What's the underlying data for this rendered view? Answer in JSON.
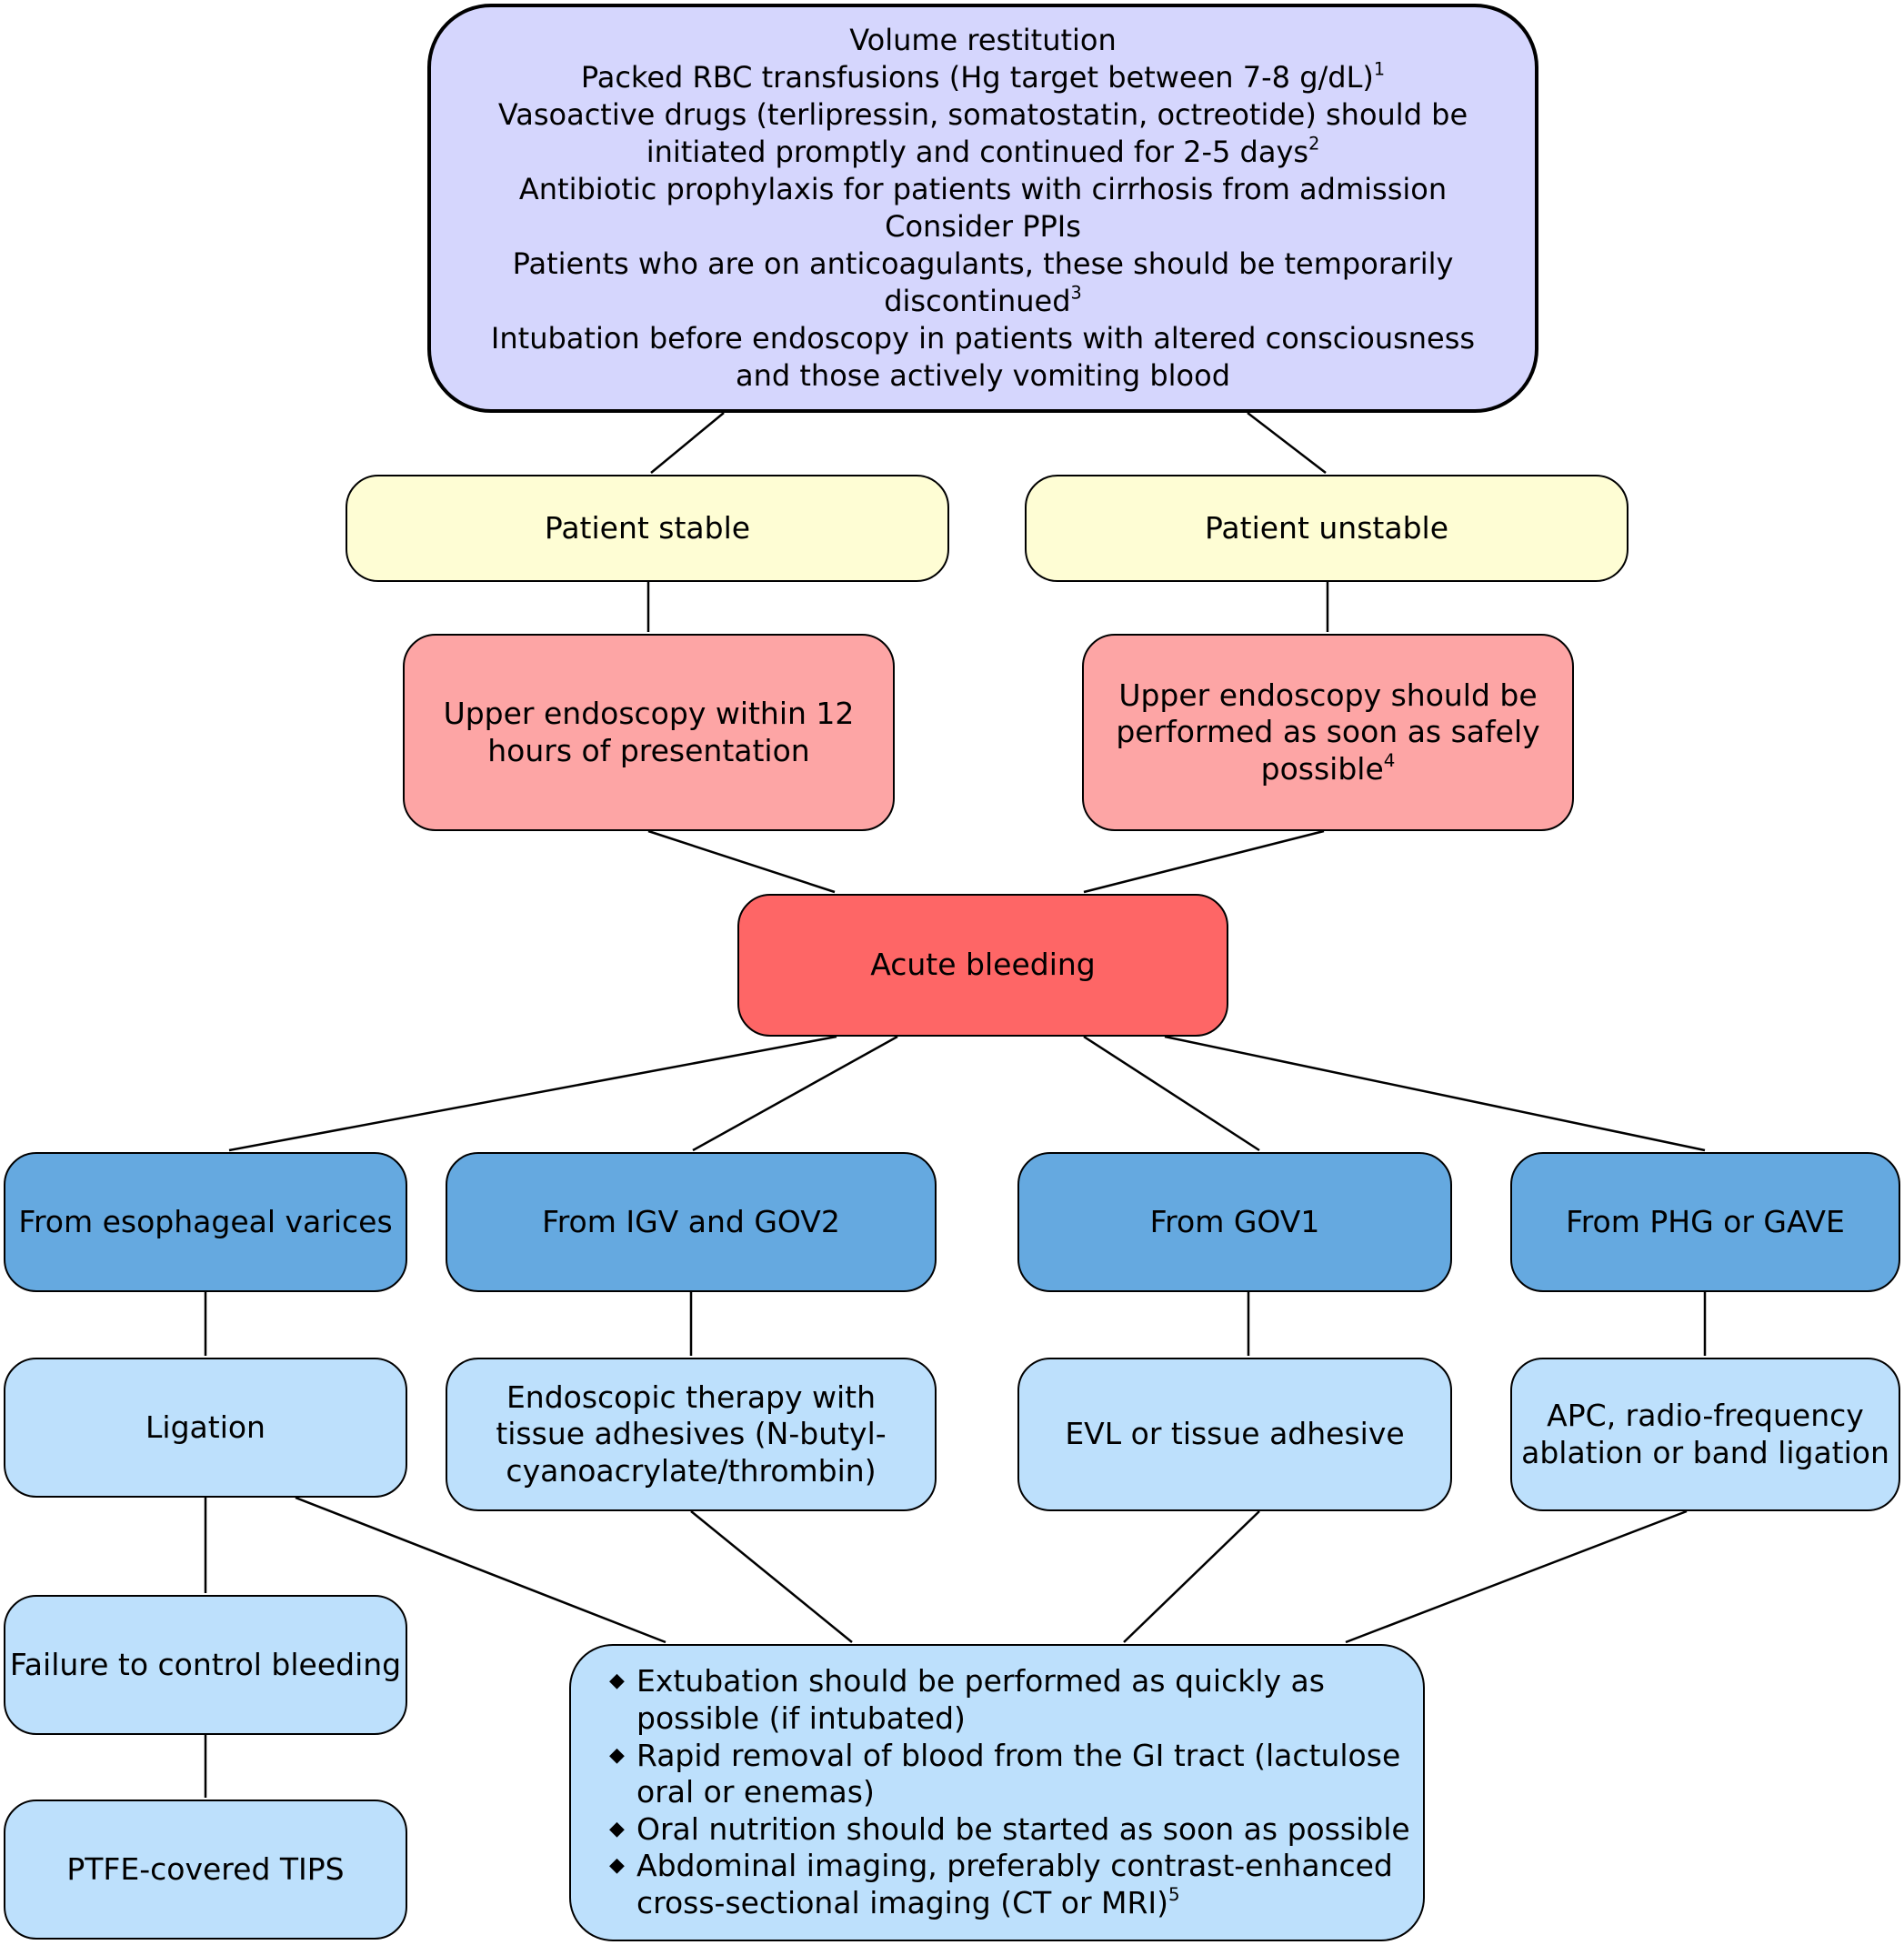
{
  "measures": {
    "l1": "Volume restitution",
    "l2": "Packed RBC transfusions (Hg target between 7-8 g/dL)",
    "l2_sup": "1",
    "l3": "Vasoactive drugs (terlipressin, somatostatin, octreotide) should be",
    "l4": "initiated promptly and continued for 2-5 days",
    "l4_sup": "2",
    "l5": "Antibiotic prophylaxis for patients with cirrhosis from admission",
    "l6": "Consider PPIs",
    "l7": "Patients who are on anticoagulants, these should be temporarily",
    "l8": "discontinued",
    "l8_sup": "3",
    "l9": "Intubation before endoscopy in patients with altered consciousness",
    "l10": "and those actively vomiting blood"
  },
  "stability": {
    "stable": "Patient stable",
    "unstable": "Patient unstable"
  },
  "endoscopy": {
    "stable_l1": "Upper endoscopy within 12",
    "stable_l2": "hours of presentation",
    "unstable_l1": "Upper endoscopy should be",
    "unstable_l2": "performed as soon as safely",
    "unstable_l3": "possible",
    "unstable_sup": "4"
  },
  "acute": "Acute bleeding",
  "sources": {
    "esoph": "From esophageal varices",
    "igv": "From IGV and GOV2",
    "gov1": "From GOV1",
    "phg": "From PHG or GAVE"
  },
  "treatments": {
    "ligation": "Ligation",
    "adhesive_l1": "Endoscopic therapy with",
    "adhesive_l2": "tissue adhesives (N-butyl-",
    "adhesive_l3": "cyanoacrylate/thrombin)",
    "evl": "EVL or tissue adhesive",
    "apc_l1": "APC, radio-frequency",
    "apc_l2": "ablation or band ligation"
  },
  "rescue": {
    "failure": "Failure to control bleeding",
    "tips": "PTFE-covered TIPS"
  },
  "post": {
    "b1_l1": "Extubation should be performed as quickly as",
    "b1_l2": "possible (if intubated)",
    "b2_l1": "Rapid removal of blood from the GI tract (lactulose",
    "b2_l2": "oral or enemas)",
    "b3_l1": "Oral nutrition should be started as soon as possible",
    "b4_l1": "Abdominal imaging, preferably contrast-enhanced",
    "b4_l2": "cross-sectional imaging (CT or MRI)",
    "b4_sup": "5"
  },
  "colors": {
    "measures": "#d5d6fd",
    "stability": "#fefdd4",
    "endoscopy": "#fda5a5",
    "acute": "#fe6666",
    "sources": "#65a9e0",
    "treatments": "#bde0fc"
  }
}
